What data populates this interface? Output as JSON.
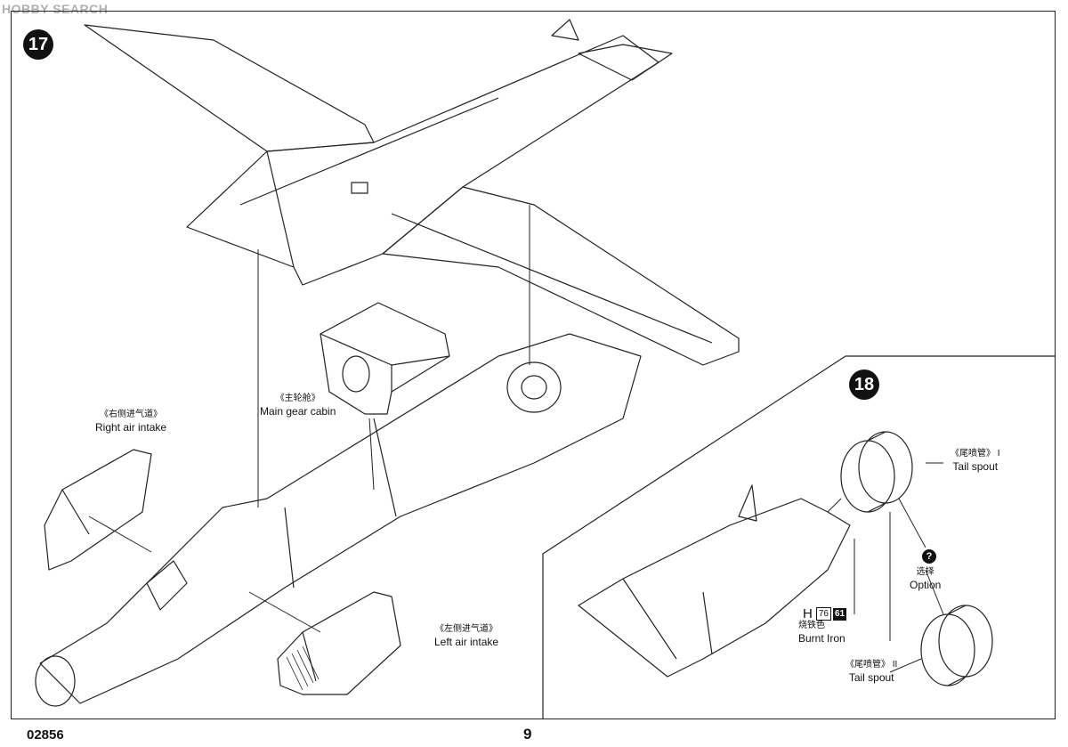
{
  "watermark": "HOBBY SEARCH",
  "steps": {
    "step17": "17",
    "step18": "18"
  },
  "labels": {
    "main_gear_cabin": {
      "cn": "《主轮舱》",
      "en": "Main gear cabin"
    },
    "right_air_intake": {
      "cn": "《右侧进气道》",
      "en": "Right air intake"
    },
    "left_air_intake": {
      "cn": "《左侧进气道》",
      "en": "Left air intake"
    },
    "tail_spout_1": {
      "cn": "《尾喷管》 I",
      "en": "Tail spout"
    },
    "tail_spout_2": {
      "cn": "《尾喷管》 II",
      "en": "Tail spout"
    },
    "option": {
      "cn": "选择",
      "en": "Option",
      "icon": "?"
    }
  },
  "paint": {
    "letter": "H",
    "code1": "76",
    "code2": "61",
    "cn": "烧铁色",
    "en": "Burnt Iron"
  },
  "footer": {
    "code": "02856",
    "page": "9"
  },
  "colors": {
    "line": "#222222",
    "ink": "#111111",
    "watermark": "#b0b0b0"
  }
}
